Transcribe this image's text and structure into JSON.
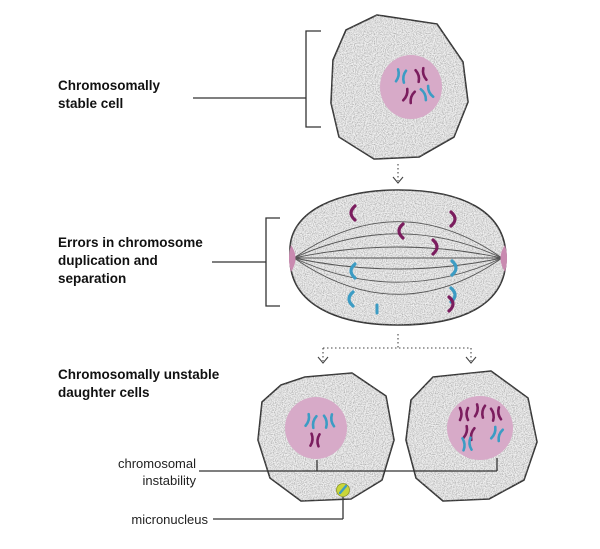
{
  "labels": {
    "stable_cell": [
      "Chromosomally",
      "stable cell"
    ],
    "errors": [
      "Errors in chromosome",
      "duplication and",
      "separation"
    ],
    "unstable": [
      "Chromosomally unstable",
      "daughter cells"
    ],
    "instability": [
      "chromosomal",
      "instability"
    ],
    "micronucleus": "micronucleus"
  },
  "colors": {
    "cell_fill": "#efefef",
    "cell_outline": "#333333",
    "nucleus": "#d7aac8",
    "chromosome_purple": "#7b1d5e",
    "chromosome_blue": "#3c9cc4",
    "spindle_pole": "#c98ab0",
    "line": "#333333",
    "micronucleus_fill": "#c9d63a",
    "micronucleus_core": "#3c9cc4"
  }
}
